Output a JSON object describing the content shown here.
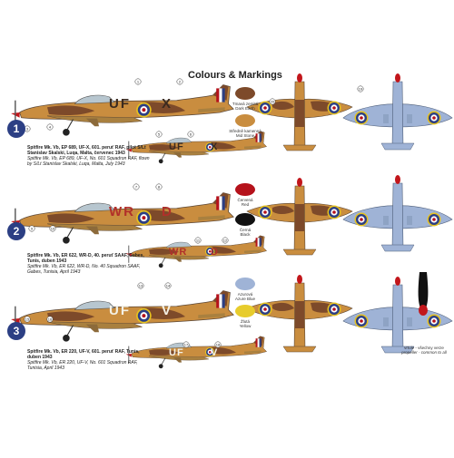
{
  "header": {
    "title": "Colours & Markings"
  },
  "profiles": [
    {
      "number": "1",
      "caption_cz": "Spitfire Mk. Vb, EP 689, UF-X, 601. peruť RAF, pilot S/Lt Stanislav Skalski, Luqa, Malta, červenec 1943",
      "caption_en": "Spitfire Mk. Vb, EP 689, UF-X, No. 601 Squadron RAF, flown by S/Lt Stanislav Skalski, Luqa, Malta, July 1943",
      "code_left": "UF",
      "code_right": "X",
      "code_color": "#3a2a1f"
    },
    {
      "number": "2",
      "caption_cz": "Spitfire Mk. Vb, ER 622, WR-D, 40. peruť SAAF, Gabes, Tunis, duben 1943",
      "caption_en": "Spitfire Mk. Vb, ER 622, WR-D, No. 40 Squadron SAAF, Gabes, Tunisia, April 1943",
      "code_left": "WR",
      "code_right": "D",
      "code_color": "#b1302a"
    },
    {
      "number": "3",
      "caption_cz": "Spitfire Mk. Vb, ER 220, UF-V, 601. peruť RAF, Tunis, duben 1943",
      "caption_en": "Spitfire Mk. Vb, ER 220, UF-V, No. 601 Squadron RAF, Tunisia, April 1943",
      "code_left": "UF",
      "code_right": "V",
      "code_color": "#f4f1e6"
    }
  ],
  "colour_swatches": [
    {
      "label_cz": "Tmavá zemitá",
      "label_en": "Dark Earth",
      "color": "#7d4a2a"
    },
    {
      "label_cz": "Středně kamenná",
      "label_en": "Mid Stone",
      "color": "#c98d3f"
    },
    {
      "label_cz": "Červená",
      "label_en": "Red",
      "color": "#b5121b"
    },
    {
      "label_cz": "Černá",
      "label_en": "Black",
      "color": "#111111"
    },
    {
      "label_cz": "Azurová",
      "label_en": "Azure Blue",
      "color": "#9fb3d6"
    },
    {
      "label_cz": "Žlutá",
      "label_en": "Yellow",
      "color": "#e7cc2c"
    }
  ],
  "propeller_note": {
    "cz": "vrtule - všechny verze",
    "en": "propeller - common to all"
  },
  "colors": {
    "mid_stone": "#c98d3f",
    "dark_earth": "#7d4a2a",
    "azure": "#9fb3d6",
    "roundel_blue": "#2c3f84",
    "roundel_red": "#b5121b",
    "prop_black": "#111111",
    "spinner_red": "#c2161b"
  },
  "callout_numbers": [
    "1",
    "2",
    "3",
    "4",
    "5",
    "6",
    "7",
    "8",
    "9",
    "10",
    "11",
    "12",
    "13",
    "14",
    "15",
    "16",
    "17",
    "18",
    "19",
    "20"
  ]
}
